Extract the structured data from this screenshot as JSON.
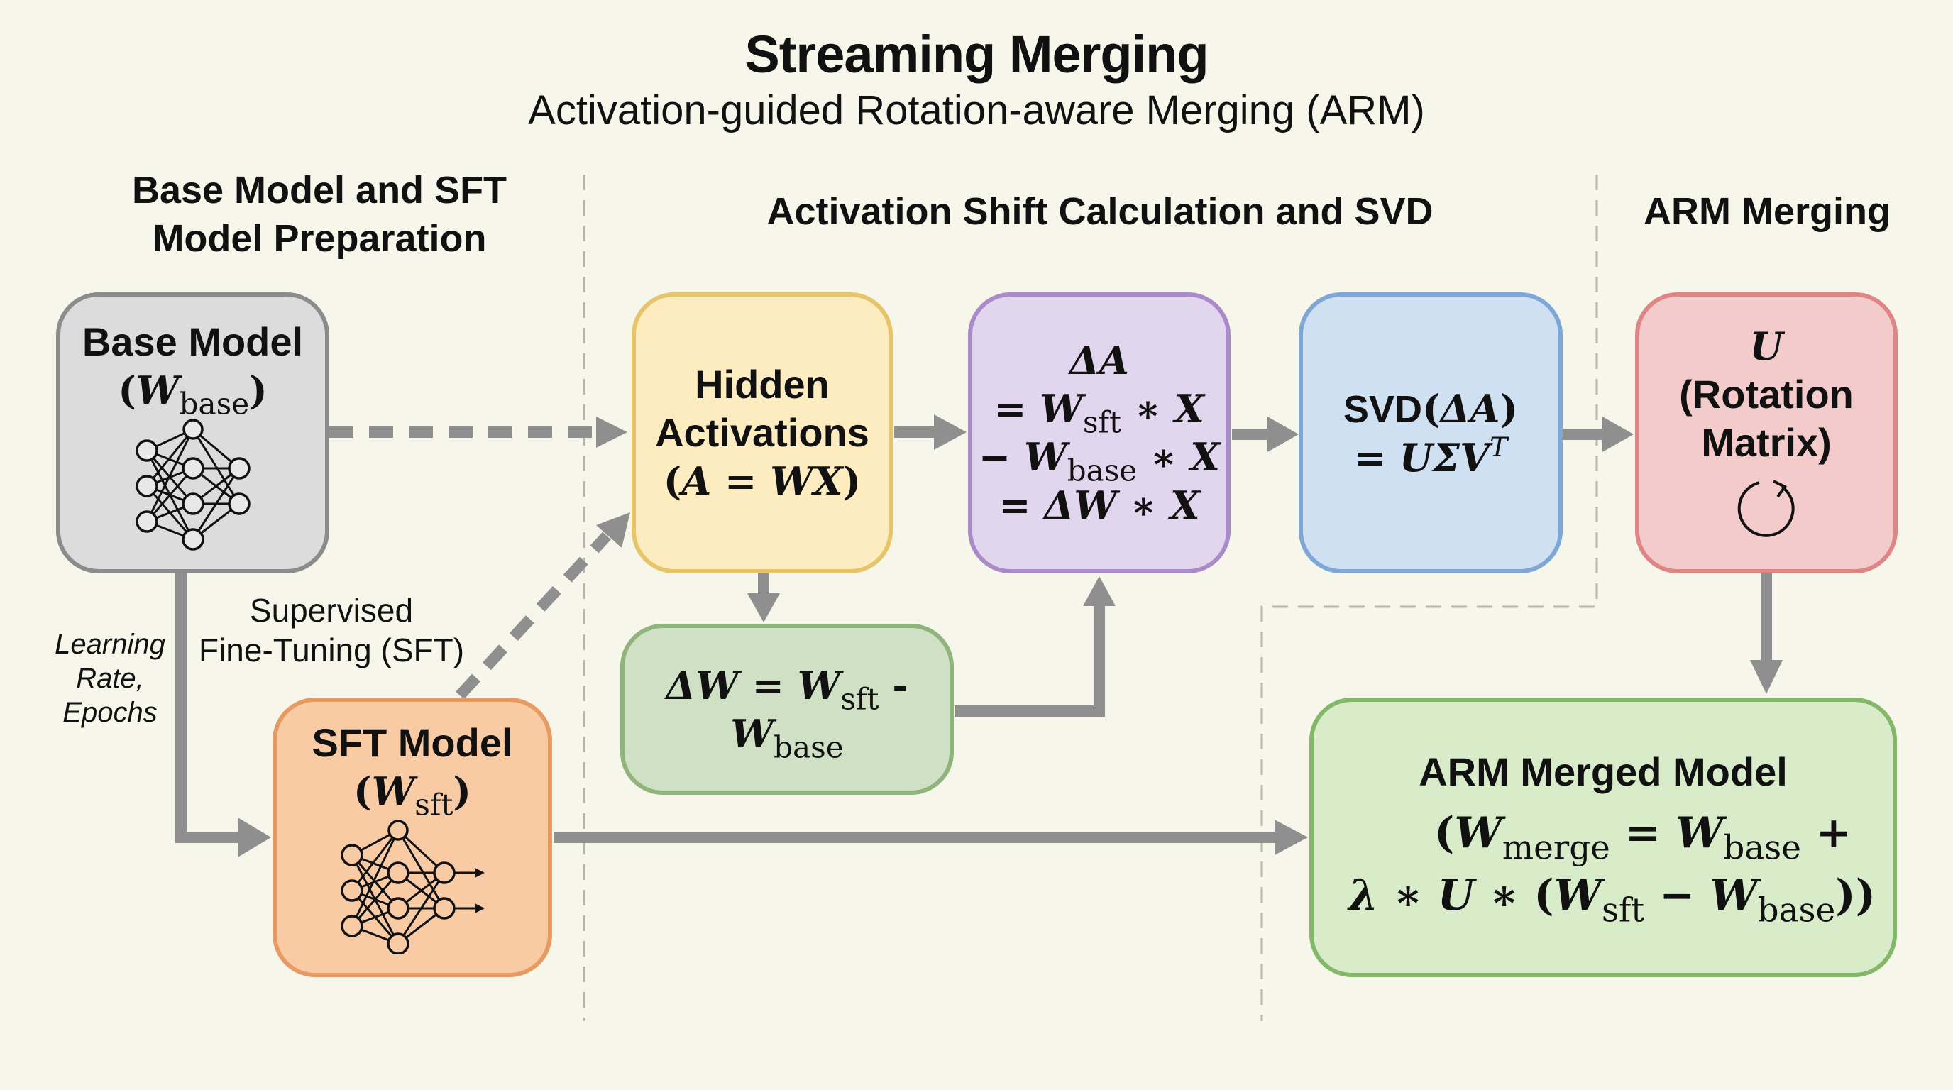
{
  "header": {
    "title": "Streaming Merging",
    "subtitle": "Activation-guided Rotation-aware Merging (ARM)"
  },
  "sections": [
    {
      "line1": "Base Model and SFT",
      "line2": "Model Preparation"
    },
    {
      "line1": "Activation Shift Calculation and SVD"
    },
    {
      "line1": "ARM Merging"
    }
  ],
  "colors": {
    "background": "#f7f6ea",
    "arrow": "#8f8f8f",
    "divider": "#b5b5ad",
    "base_fill": "#dcdcdc",
    "base_border": "#8c8c8c",
    "hidden_fill": "#fdecc0",
    "hidden_border": "#e6c46a",
    "deltaA_fill": "#e2d6ee",
    "deltaA_border": "#a98bc9",
    "svd_fill": "#cfe0f2",
    "svd_border": "#7ea7d8",
    "rot_fill": "#f4cbcb",
    "rot_border": "#df8585",
    "deltaW_fill": "#cfe0c4",
    "deltaW_border": "#8fb47c",
    "sft_fill": "#f8cba4",
    "sft_border": "#e89a63",
    "merged_fill": "#d9ecca",
    "merged_border": "#82b868"
  },
  "nodes": {
    "base_model": {
      "label": "Base Model",
      "var": "W",
      "sub": "base",
      "icon": "neural-network-icon"
    },
    "sft_model": {
      "label": "SFT Model",
      "var": "W",
      "sub": "sft",
      "icon": "neural-network-output-icon"
    },
    "hidden_activations": {
      "line1": "Hidden",
      "line2": "Activations",
      "formula": {
        "lhs": "A",
        "eq": "=",
        "rhs": "WX"
      }
    },
    "delta_a": {
      "line1": "ΔA",
      "line2": {
        "eq": "=",
        "W": "W",
        "sub": "sft",
        "op": "∗",
        "X": "X"
      },
      "line3": {
        "minus": "−",
        "W": "W",
        "sub": "base",
        "op": "∗",
        "X": "X"
      },
      "line4": {
        "eq": "=",
        "dW": "ΔW",
        "op": "∗",
        "X": "X"
      }
    },
    "svd": {
      "fn": "SVD",
      "arg": "ΔA",
      "eq": "=",
      "rhs": "UΣV",
      "sup": "T"
    },
    "rotation": {
      "var": "U",
      "line2": "(Rotation",
      "line3": "Matrix)",
      "icon": "rotate-clockwise-icon"
    },
    "delta_w": {
      "lhs": "ΔW",
      "eq": "=",
      "W1": "W",
      "sub1": "sft",
      "op": "-",
      "W2": "W",
      "sub2": "base"
    },
    "merged": {
      "label": "ARM Merged Model",
      "line1": {
        "W": "W",
        "sub": "merge",
        "eq": "=",
        "W2": "W",
        "sub2": "base",
        "plus": "+"
      },
      "line2": {
        "lambda": "λ",
        "op": "∗",
        "U": "U",
        "W1": "W",
        "sub1": "sft",
        "minus": "−",
        "W2": "W",
        "sub2": "base"
      }
    }
  },
  "annotations": {
    "sft_process_line1": "Supervised",
    "sft_process_line2": "Fine-Tuning (SFT)",
    "hyperparams_line1": "Learning",
    "hyperparams_line2": "Rate,",
    "hyperparams_line3": "Epochs"
  }
}
